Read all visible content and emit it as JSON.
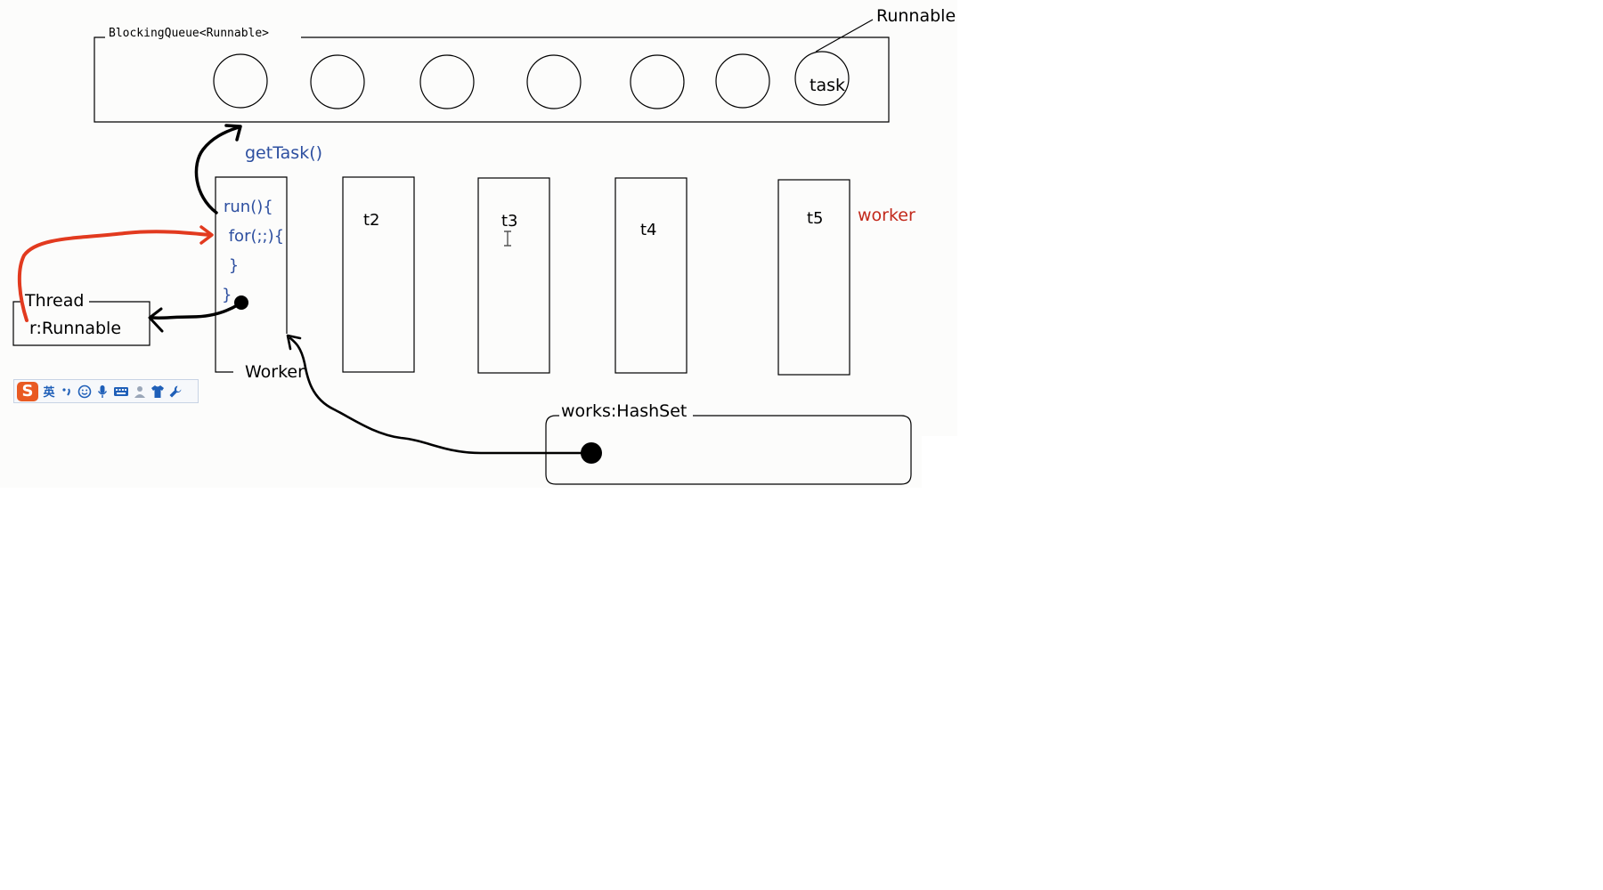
{
  "colors": {
    "background": "#fcfcfb",
    "stroke": "#000000",
    "code_text": "#2d4fa0",
    "red_label": "#c2281a",
    "red_arrow": "#e23a1f",
    "ime_accent": "#e95a22",
    "ime_icon": "#1f5fb8"
  },
  "queue": {
    "label": "BlockingQueue<Runnable>",
    "runnable_label": "Runnable",
    "task_label": "task",
    "slot_count": 7
  },
  "get_task_label": "getTask()",
  "worker": {
    "code_lines": [
      "run(){",
      " for(;;){",
      " }",
      "}"
    ],
    "label": "Worker",
    "group_label": "worker"
  },
  "threads": [
    "t2",
    "t3",
    "t4",
    "t5"
  ],
  "thread_box": {
    "label": "Thread",
    "field": "r:Runnable"
  },
  "hashset": {
    "label": "works:HashSet"
  },
  "ime_toolbar": {
    "lang_label": "英",
    "icons": [
      "ime-logo-icon",
      "punctuation-icon",
      "emoji-icon",
      "microphone-icon",
      "keyboard-icon",
      "user-icon",
      "skin-icon",
      "settings-icon"
    ]
  }
}
